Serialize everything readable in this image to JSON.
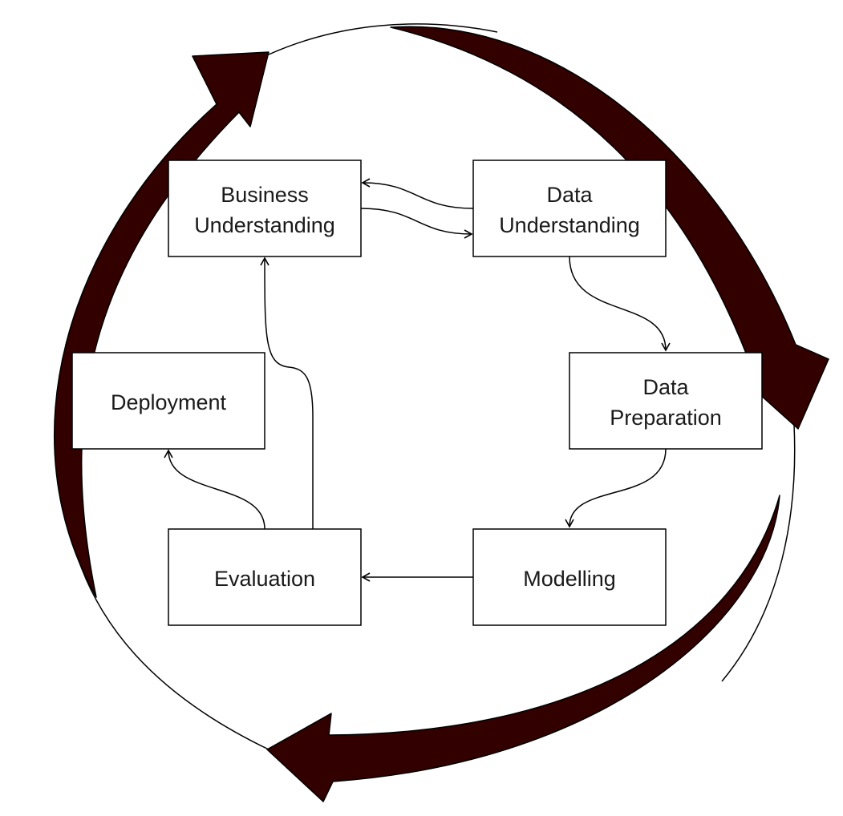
{
  "colors": {
    "cycle_arrow_fill": "#330000",
    "box_border": "#000000",
    "text": "#1a1a1a",
    "background": "#ffffff"
  },
  "nodes": {
    "business_understanding": {
      "line1": "Business",
      "line2": "Understanding"
    },
    "data_understanding": {
      "line1": "Data",
      "line2": "Understanding"
    },
    "data_preparation": {
      "line1": "Data",
      "line2": "Preparation"
    },
    "modelling": {
      "label": "Modelling"
    },
    "evaluation": {
      "label": "Evaluation"
    },
    "deployment": {
      "label": "Deployment"
    }
  },
  "edges": [
    {
      "from": "Business Understanding",
      "to": "Data Understanding"
    },
    {
      "from": "Data Understanding",
      "to": "Business Understanding"
    },
    {
      "from": "Data Understanding",
      "to": "Data Preparation"
    },
    {
      "from": "Data Preparation",
      "to": "Modelling"
    },
    {
      "from": "Modelling",
      "to": "Evaluation"
    },
    {
      "from": "Evaluation",
      "to": "Deployment"
    },
    {
      "from": "Evaluation",
      "to": "Business Understanding"
    }
  ],
  "cycle": {
    "direction": "clockwise",
    "arrow_count": 3
  }
}
